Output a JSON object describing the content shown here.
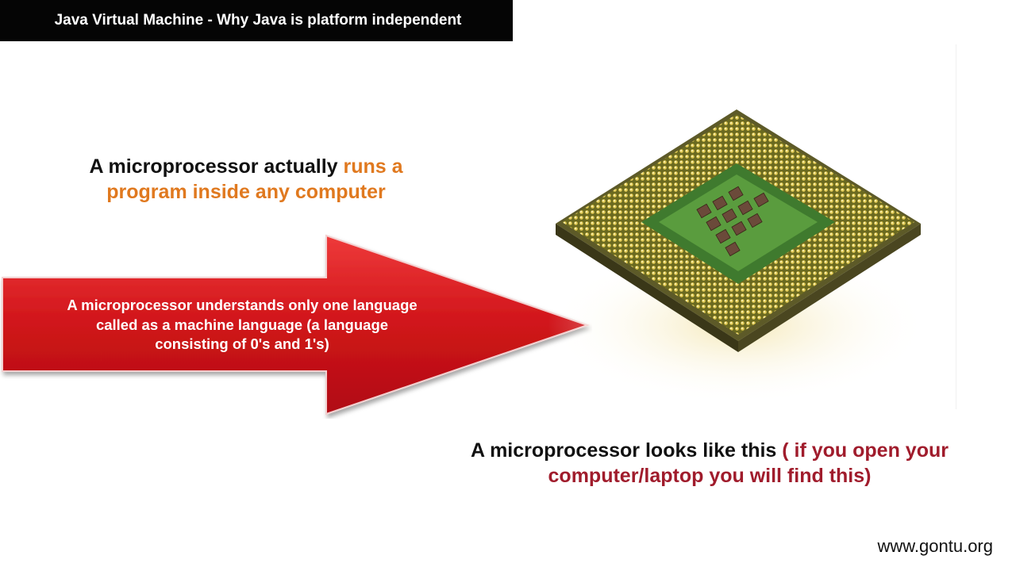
{
  "title_bar": {
    "text": "Java Virtual Machine - Why Java is platform independent"
  },
  "heading": {
    "part1": "A microprocessor actually ",
    "highlight_line1": "runs a",
    "highlight_line2": "program inside any computer"
  },
  "arrow": {
    "line1": "A microprocessor understands only one language",
    "line2": "called as a machine language (a language",
    "line3": "consisting of 0's and 1's)"
  },
  "caption": {
    "part1": "A microprocessor looks like this ",
    "highlight_line1": "( if you open your",
    "highlight_line2": "computer/laptop you will find this)"
  },
  "footer": {
    "site": "www.gontu.org"
  },
  "colors": {
    "title_bg": "#050505",
    "orange_accent": "#e0791f",
    "red_accent": "#a01c2c",
    "arrow_red": "#d01418"
  },
  "image": {
    "icon": "microprocessor-chip-image"
  }
}
